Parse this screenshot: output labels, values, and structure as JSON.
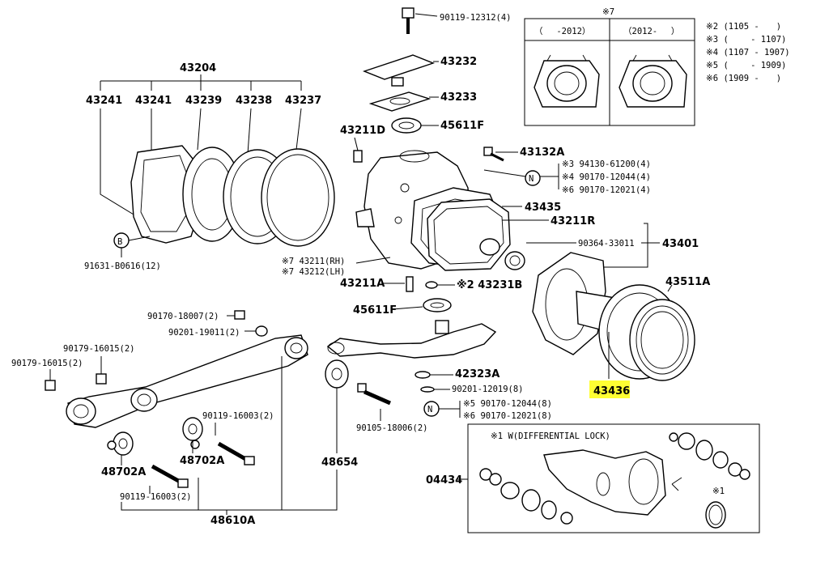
{
  "labels": {
    "p43204": "43204",
    "p43241a": "43241",
    "p43241b": "43241",
    "p43239": "43239",
    "p43238": "43238",
    "p43237": "43237",
    "p90119_12312": "90119-12312(4)",
    "p43232": "43232",
    "p43233": "43233",
    "p45611f_top": "45611F",
    "p43211d": "43211D",
    "p43132a": "43132A",
    "n3": "※3 94130-61200(4)",
    "n4": "※4 90170-12044(4)",
    "n6": "※6 90170-12021(4)",
    "p43435": "43435",
    "p43211r": "43211R",
    "p90364": "90364-33011",
    "p43401": "43401",
    "p43511a": "43511A",
    "rh": "※7 43211(RH)",
    "lh": "※7 43212(LH)",
    "p43211a": "43211A",
    "p43231b": "※2 43231B",
    "p45611f_bot": "45611F",
    "p91631": "91631-B0616(12)",
    "p90170_18007": "90170-18007(2)",
    "p90201_19011": "90201-19011(2)",
    "p90179_a": "90179-16015(2)",
    "p90179_b": "90179-16015(2)",
    "p42323a": "42323A",
    "p90201_12019": "90201-12019(8)",
    "n5b": "※5 90170-12044(8)",
    "n6b": "※6 90170-12021(8)",
    "p43436": "43436",
    "p90119_16003a": "90119-16003(2)",
    "p90119_16003b": "90119-16003(2)",
    "p90105": "90105-18006(2)",
    "p48702a_a": "48702A",
    "p48702a_b": "48702A",
    "p48654": "48654",
    "p48610a": "48610A",
    "p04434": "04434",
    "diff_lock": "※1 W(DIFFERENTIAL LOCK)",
    "star1": "※1",
    "circleN": "N",
    "circleB": "B"
  },
  "note7": {
    "title": "※7",
    "col1": "（　 -2012）",
    "col2": "（2012-　 ）"
  },
  "legend": [
    "※2 (1105 -　　)",
    "※3 (　　 - 1107)",
    "※4 (1107 - 1907)",
    "※5 (　　 - 1909)",
    "※6 (1909 -　　)"
  ],
  "highlight_color": "#ffff33"
}
